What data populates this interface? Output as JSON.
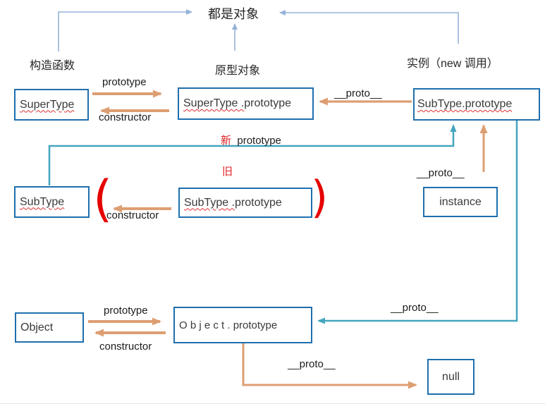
{
  "title_top": "都是对象",
  "section_labels": {
    "constructor_fn": "构造函数",
    "prototype_obj": "原型对象",
    "instance_new": "实例（new 调用）"
  },
  "arrow_labels": {
    "prototype_row1": "prototype",
    "constructor_row1": "constructor",
    "proto_top": "__proto__",
    "new_char": "新",
    "new_rest": "prototype",
    "old_char": "旧",
    "constructor_row2": "constructor",
    "proto_instance": "__proto__",
    "proto_chain": "__proto__",
    "prototype_row3": "prototype",
    "constructor_row3": "constructor",
    "proto_null": "__proto__"
  },
  "decorations": {
    "paren_open": "(",
    "paren_close": ")"
  },
  "boxes": {
    "supertype": {
      "wavy": "SuperType",
      "plain": ""
    },
    "supertype_prototype": {
      "wavy": "SuperType .",
      "plain": " prototype"
    },
    "subtype_prototype_new": {
      "wavy": "SubType.prototype",
      "plain": ""
    },
    "subtype": {
      "wavy": "SubType",
      "plain": ""
    },
    "subtype_prototype_old": {
      "wavy": "SubType .",
      "plain": " prototype"
    },
    "instance": {
      "wavy": "",
      "plain": "instance"
    },
    "object": {
      "wavy": "",
      "plain": "Object"
    },
    "object_prototype": {
      "wavy": "",
      "plain": "O b j e c t . prototype"
    },
    "null_box": {
      "wavy": "",
      "plain": "null"
    }
  },
  "colors": {
    "box_border": "#1f6fae",
    "orange": "#dd9e72",
    "teal": "#44a5bd",
    "light_blue": "#95b3d7",
    "red": "#e01f1f"
  }
}
